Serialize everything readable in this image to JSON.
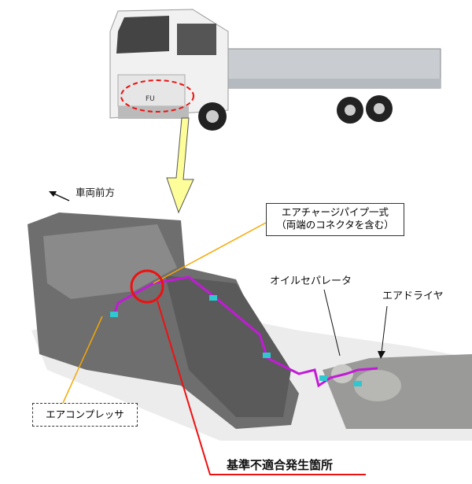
{
  "truck": {
    "badge": "FU"
  },
  "labels": {
    "vehicle_front": "車両前方",
    "air_charge_pipe_line1": "エアチャージパイプ一式",
    "air_charge_pipe_line2": "（両端のコネクタを含む）",
    "oil_separator": "オイルセパレータ",
    "air_dryer": "エアドライヤ",
    "air_compressor": "エアコンプレッサ",
    "nonconformity_location": "基準不適合発生箇所"
  },
  "colors": {
    "pipe": "#c21bd6",
    "connector": "#2fc7d0",
    "highlight": "#ee1111",
    "leader": "#f5a800",
    "arrow_fill": "#fdfd9a"
  }
}
